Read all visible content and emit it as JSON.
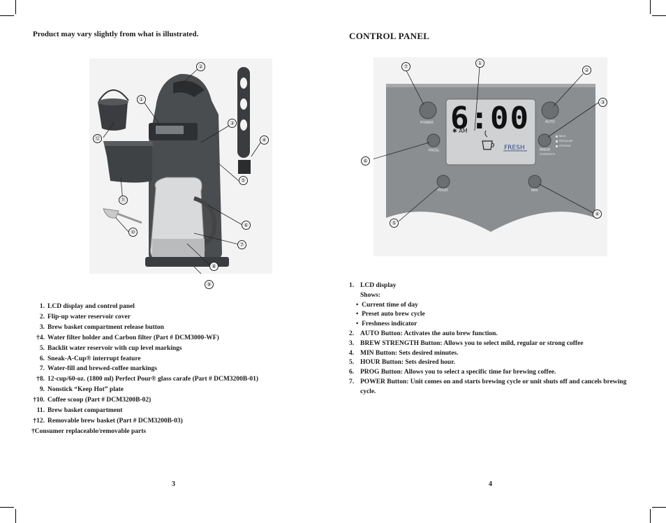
{
  "left_page": {
    "note": "Product may vary slightly from what is illustrated.",
    "callouts": [
      "①",
      "②",
      "③",
      "④",
      "⑤",
      "⑥",
      "⑦",
      "⑧",
      "⑨",
      "⑩",
      "⑪",
      "⑫"
    ],
    "parts": [
      {
        "num": "1.",
        "text": "LCD display and control panel"
      },
      {
        "num": "2.",
        "text": "Flip-up water reservoir cover"
      },
      {
        "num": "3.",
        "text": "Brew basket compartment release button"
      },
      {
        "num": "†4.",
        "text": "Water filter holder and Carbon filter (Part # DCM3000-WF)"
      },
      {
        "num": "5.",
        "text": "Backlit water reservoir with cup level markings"
      },
      {
        "num": "6.",
        "text": "Sneak-A-Cup® interrupt feature"
      },
      {
        "num": "7.",
        "text": "Water-fill and brewed-coffee markings"
      },
      {
        "num": "†8.",
        "text": "12-cup/60-oz. (1800 ml) Perfect Pour® glass carafe (Part # DCM3200B-01)"
      },
      {
        "num": "9.",
        "text": "Nonstick “Keep Hot” plate"
      },
      {
        "num": "†10.",
        "text": "Coffee scoop (Part # DCM3200B-02)"
      },
      {
        "num": "11.",
        "text": "Brew basket compartment"
      },
      {
        "num": "†12.",
        "text": "Removable brew basket (Part # DCM3200B-03)"
      }
    ],
    "footnote": "†Consumer replaceable/removable parts",
    "page_number": "3"
  },
  "right_page": {
    "title": "CONTROL PANEL",
    "panel": {
      "time": "6:00",
      "ampm": "AM",
      "fresh": "FRESH",
      "buttons": {
        "power": "POWER",
        "auto": "AUTO",
        "prog": "PROG",
        "brew": "BREW",
        "strength": "STRENGTH",
        "hour": "HOUR",
        "min": "MIN"
      },
      "strength_options": [
        "MILD",
        "REGULAR",
        "STRONG"
      ]
    },
    "callouts": [
      "①",
      "②",
      "③",
      "④",
      "⑤",
      "⑥",
      "⑦"
    ],
    "items": {
      "i1_num": "1.",
      "i1_text": "LCD display",
      "i1_shows": "Shows:",
      "bullets": [
        "Current time of day",
        "Preset auto brew cycle",
        "Freshness indicator"
      ],
      "rest": [
        {
          "num": "2.",
          "text": "AUTO Button: Activates the auto brew function."
        },
        {
          "num": "3.",
          "text": "BREW STRENGTH Button: Allows you to select mild, regular or strong coffee"
        },
        {
          "num": "4.",
          "text": "MIN Button: Sets desired minutes."
        },
        {
          "num": "5.",
          "text": "HOUR Button: Sets desired hour."
        },
        {
          "num": "6.",
          "text": "PROG Button: Allows you to select a specific time for brewing coffee."
        },
        {
          "num": "7.",
          "text": "POWER Button: Unit comes on and starts brewing cycle or unit shuts off and cancels brewing cycle."
        }
      ]
    },
    "page_number": "4"
  }
}
